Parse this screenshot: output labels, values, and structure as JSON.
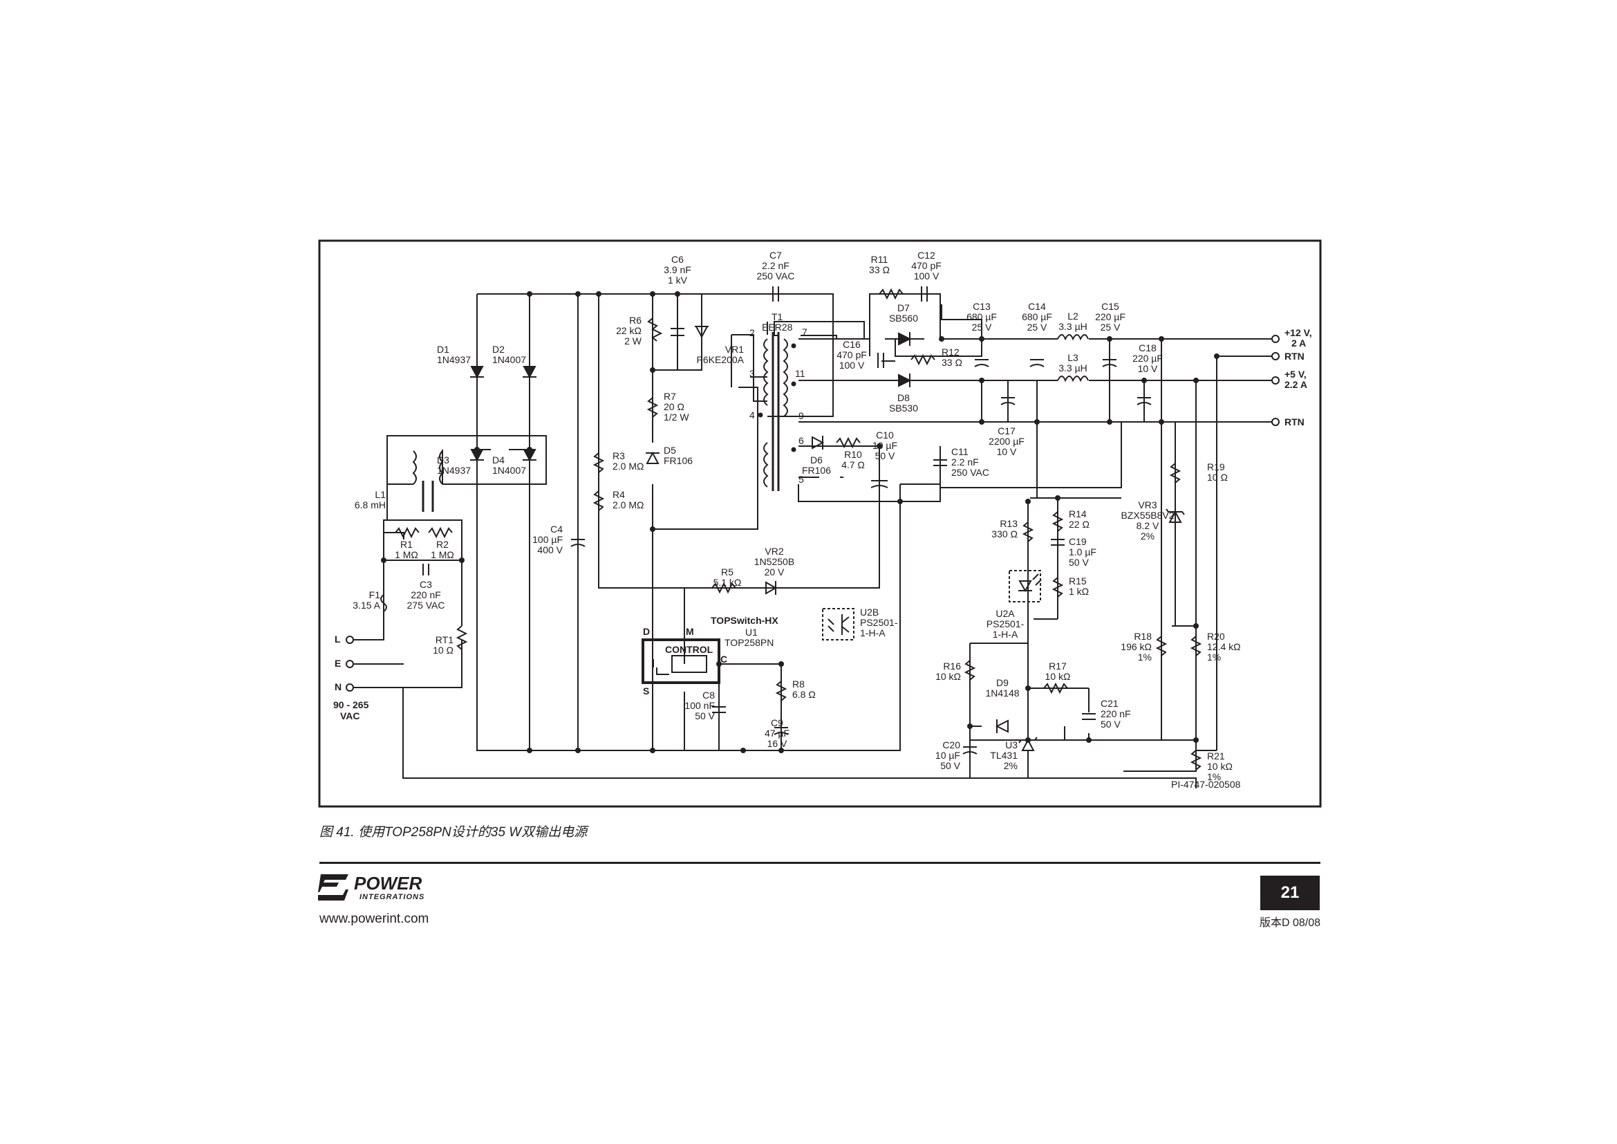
{
  "figure": {
    "caption": "图 41. 使用TOP258PN设计的35 W双输出电源",
    "figure_id": "PI-4747-020508"
  },
  "input": {
    "L": "L",
    "E": "E",
    "N": "N",
    "vac_line1": "90 - 265",
    "vac_line2": "VAC"
  },
  "outputs": {
    "out12_v": "+12 V,",
    "out12_a": "2 A",
    "rtn1": "RTN",
    "out5_v": "+5 V,",
    "out5_a": "2.2 A",
    "rtn2": "RTN"
  },
  "ic": {
    "family": "TOPSwitch-HX",
    "ref": "U1",
    "part": "TOP258PN",
    "control": "CONTROL",
    "pin_d": "D",
    "pin_m": "M",
    "pin_s": "S",
    "pin_c": "C"
  },
  "transformer": {
    "ref": "T1",
    "part": "EER28",
    "pin2": "2",
    "pin3": "3",
    "pin4": "4",
    "pin6": "6",
    "pin5": "5",
    "pin7": "7",
    "pin11": "11",
    "pin9": "9"
  },
  "components": {
    "D1": [
      "D1",
      "1N4937"
    ],
    "D2": [
      "D2",
      "1N4007"
    ],
    "D3": [
      "D3",
      "1N4937"
    ],
    "D4": [
      "D4",
      "1N4007"
    ],
    "L1": [
      "L1",
      "6.8 mH"
    ],
    "R1": [
      "R1",
      "1 MΩ"
    ],
    "R2": [
      "R2",
      "1 MΩ"
    ],
    "C3": [
      "C3",
      "220 nF",
      "275 VAC"
    ],
    "F1": [
      "F1",
      "3.15 A"
    ],
    "RT1": [
      "RT1",
      "10 Ω"
    ],
    "C4": [
      "C4",
      "100 µF",
      "400 V"
    ],
    "C6": [
      "C6",
      "3.9 nF",
      "1 kV"
    ],
    "R6": [
      "R6",
      "22 kΩ",
      "2 W"
    ],
    "VR1": [
      "VR1",
      "P6KE200A"
    ],
    "R7": [
      "R7",
      "20 Ω",
      "1/2 W"
    ],
    "D5": [
      "D5",
      "FR106"
    ],
    "R3": [
      "R3",
      "2.0 MΩ"
    ],
    "R4": [
      "R4",
      "2.0 MΩ"
    ],
    "C7": [
      "C7",
      "2.2 nF",
      "250 VAC"
    ],
    "R5": [
      "R5",
      "5.1 kΩ"
    ],
    "VR2": [
      "VR2",
      "1N5250B",
      "20 V"
    ],
    "U2B": [
      "U2B",
      "PS2501-",
      "1-H-A"
    ],
    "C8": [
      "C8",
      "100 nF",
      "50 V"
    ],
    "R8": [
      "R8",
      "6.8 Ω"
    ],
    "C9": [
      "C9",
      "47 µF",
      "16 V"
    ],
    "D6": [
      "D6",
      "FR106"
    ],
    "R10": [
      "R10",
      "4.7 Ω"
    ],
    "C10": [
      "C10",
      "10 µF",
      "50 V"
    ],
    "C11": [
      "C11",
      "2.2 nF",
      "250 VAC"
    ],
    "R11": [
      "R11",
      "33 Ω"
    ],
    "C12": [
      "C12",
      "470 pF",
      "100 V"
    ],
    "D7": [
      "D7",
      "SB560"
    ],
    "C16": [
      "C16",
      "470 pF",
      "100 V"
    ],
    "R12": [
      "R12",
      "33 Ω"
    ],
    "D8": [
      "D8",
      "SB530"
    ],
    "C13": [
      "C13",
      "680 µF",
      "25 V"
    ],
    "C14": [
      "C14",
      "680 µF",
      "25 V"
    ],
    "L2": [
      "L2",
      "3.3 µH"
    ],
    "C15": [
      "C15",
      "220 µF",
      "25 V"
    ],
    "L3": [
      "L3",
      "3.3 µH"
    ],
    "C18": [
      "C18",
      "220 µF",
      "10 V"
    ],
    "C17": [
      "C17",
      "2200 µF",
      "10 V"
    ],
    "R13": [
      "R13",
      "330 Ω"
    ],
    "R14": [
      "R14",
      "22 Ω"
    ],
    "C19": [
      "C19",
      "1.0 µF",
      "50 V"
    ],
    "R15": [
      "R15",
      "1 kΩ"
    ],
    "U2A": [
      "U2A",
      "PS2501-",
      "1-H-A"
    ],
    "R16": [
      "R16",
      "10 kΩ"
    ],
    "D9": [
      "D9",
      "1N4148"
    ],
    "R17": [
      "R17",
      "10 kΩ"
    ],
    "C21": [
      "C21",
      "220 nF",
      "50 V"
    ],
    "C20": [
      "C20",
      "10 µF",
      "50 V"
    ],
    "U3": [
      "U3",
      "TL431",
      "2%"
    ],
    "R19": [
      "R19",
      "10 Ω"
    ],
    "VR3": [
      "VR3",
      "BZX55B8V2",
      "8.2 V",
      "2%"
    ],
    "R18": [
      "R18",
      "196 kΩ",
      "1%"
    ],
    "R20": [
      "R20",
      "12.4 kΩ",
      "1%"
    ],
    "R21": [
      "R21",
      "10 kΩ",
      "1%"
    ]
  },
  "footer": {
    "logo_top": "POWER",
    "logo_bottom": "INTEGRATIONS",
    "url": "www.powerint.com",
    "page_number": "21",
    "revision": "版本D 08/08"
  }
}
